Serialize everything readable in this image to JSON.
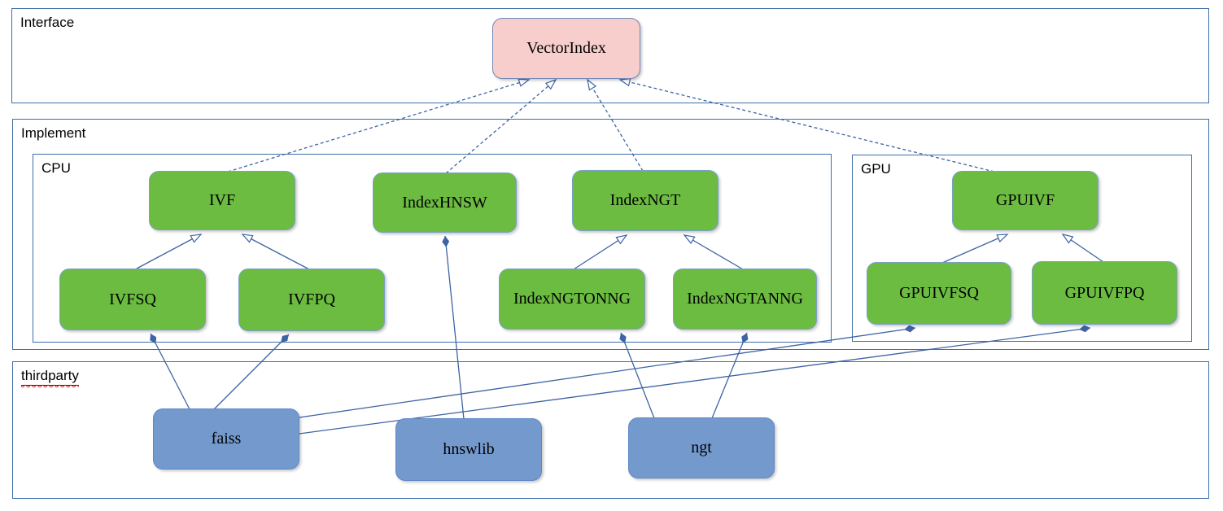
{
  "diagram": {
    "containers": {
      "interface": {
        "label": "Interface"
      },
      "implement": {
        "label": "Implement"
      },
      "cpu": {
        "label": "CPU"
      },
      "gpu": {
        "label": "GPU"
      },
      "thirdparty": {
        "label": "thirdparty"
      }
    },
    "nodes": {
      "vectorindex": {
        "label": "VectorIndex",
        "kind": "interface_node"
      },
      "ivf": {
        "label": "IVF",
        "kind": "implement_node"
      },
      "indexhnsw": {
        "label": "IndexHNSW",
        "kind": "implement_node"
      },
      "indexngt": {
        "label": "IndexNGT",
        "kind": "implement_node"
      },
      "ivfsq": {
        "label": "IVFSQ",
        "kind": "implement_node"
      },
      "ivfpq": {
        "label": "IVFPQ",
        "kind": "implement_node"
      },
      "indexngtonng": {
        "label": "IndexNGTONNG",
        "kind": "implement_node"
      },
      "indexngtanng": {
        "label": "IndexNGTANNG",
        "kind": "implement_node"
      },
      "gpuivf": {
        "label": "GPUIVF",
        "kind": "implement_node"
      },
      "gpuivfsq": {
        "label": "GPUIVFSQ",
        "kind": "implement_node"
      },
      "gpuivfpq": {
        "label": "GPUIVFPQ",
        "kind": "implement_node"
      },
      "faiss": {
        "label": "faiss",
        "kind": "thirdparty_node"
      },
      "hnswlib": {
        "label": "hnswlib",
        "kind": "thirdparty_node"
      },
      "ngt": {
        "label": "ngt",
        "kind": "thirdparty_node"
      }
    },
    "edges": [
      {
        "from": "ivf",
        "to": "vectorindex",
        "type": "realization"
      },
      {
        "from": "indexhnsw",
        "to": "vectorindex",
        "type": "realization"
      },
      {
        "from": "indexngt",
        "to": "vectorindex",
        "type": "realization"
      },
      {
        "from": "gpuivf",
        "to": "vectorindex",
        "type": "realization"
      },
      {
        "from": "ivfsq",
        "to": "ivf",
        "type": "generalization"
      },
      {
        "from": "ivfpq",
        "to": "ivf",
        "type": "generalization"
      },
      {
        "from": "indexngtonng",
        "to": "indexngt",
        "type": "generalization"
      },
      {
        "from": "indexngtanng",
        "to": "indexngt",
        "type": "generalization"
      },
      {
        "from": "gpuivfsq",
        "to": "gpuivf",
        "type": "generalization"
      },
      {
        "from": "gpuivfpq",
        "to": "gpuivf",
        "type": "generalization"
      },
      {
        "from": "faiss",
        "to": "ivfsq",
        "type": "composition"
      },
      {
        "from": "faiss",
        "to": "ivfpq",
        "type": "composition"
      },
      {
        "from": "faiss",
        "to": "gpuivfsq",
        "type": "composition"
      },
      {
        "from": "faiss",
        "to": "gpuivfpq",
        "type": "composition"
      },
      {
        "from": "hnswlib",
        "to": "indexhnsw",
        "type": "composition"
      },
      {
        "from": "ngt",
        "to": "indexngtonng",
        "type": "composition"
      },
      {
        "from": "ngt",
        "to": "indexngtanng",
        "type": "composition"
      }
    ],
    "palette": {
      "interface_node": {
        "fill": "#f8cecc",
        "border": "#7387b8"
      },
      "implement_node": {
        "fill": "#6bbc41",
        "border": "#7aa0c8"
      },
      "thirdparty_node": {
        "fill": "#7499cd",
        "border": "#5f88c7"
      },
      "edge": "#3e64a4",
      "frame_border": "#3f6fa8",
      "misspell_underline": "#cc1f1f"
    }
  }
}
